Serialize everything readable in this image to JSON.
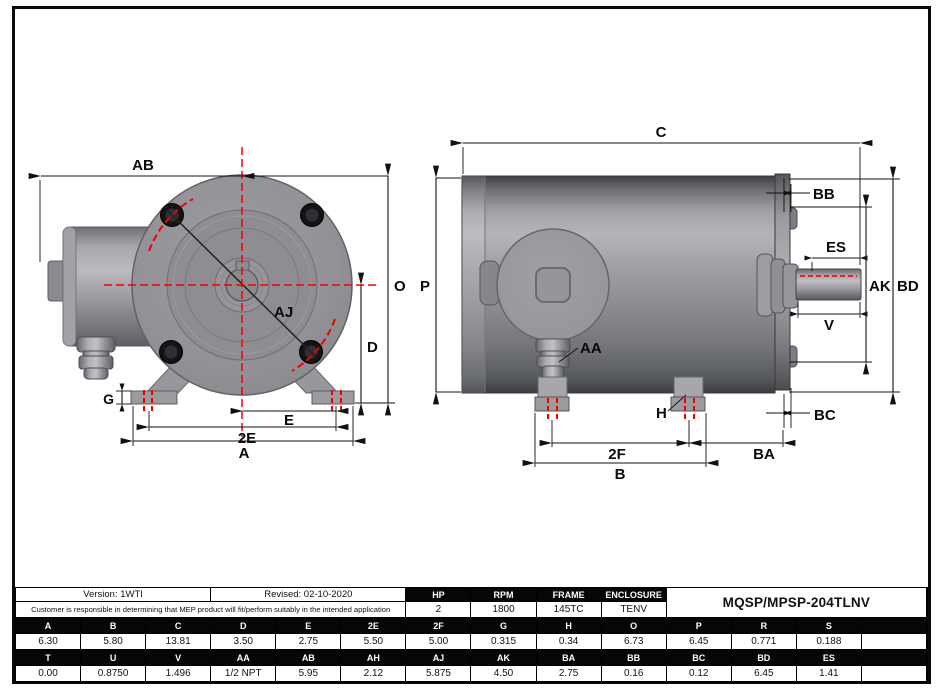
{
  "drawing": {
    "front": {
      "ab": "AB",
      "o": "O",
      "d": "D",
      "g": "G",
      "e": "E",
      "e2": "2E",
      "a": "A",
      "aj": "AJ"
    },
    "side": {
      "c": "C",
      "p": "P",
      "bb": "BB",
      "es": "ES",
      "ak": "AK",
      "bd": "BD",
      "v": "V",
      "aa": "AA",
      "h": "H",
      "bc": "BC",
      "f2": "2F",
      "ba": "BA",
      "b": "B"
    }
  },
  "title_block": {
    "version": "Version: 1WTI",
    "revised": "Revised: 02-10-2020",
    "disclaimer": "Customer is responsible in determining that MEP product will fit/perform suitably in the intended application",
    "model": "MQSP/MPSP-204TLNV",
    "spec_headers": [
      "HP",
      "RPM",
      "FRAME",
      "ENCLOSURE"
    ],
    "spec_values": [
      "2",
      "1800",
      "145TC",
      "TENV"
    ]
  },
  "dims": {
    "h1": [
      "A",
      "B",
      "C",
      "D",
      "E",
      "2E",
      "2F",
      "G",
      "H",
      "O",
      "P",
      "R",
      "S",
      ""
    ],
    "v1": [
      "6.30",
      "5.80",
      "13.81",
      "3.50",
      "2.75",
      "5.50",
      "5.00",
      "0.315",
      "0.34",
      "6.73",
      "6.45",
      "0.771",
      "0.188",
      ""
    ],
    "h2": [
      "T",
      "U",
      "V",
      "AA",
      "AB",
      "AH",
      "AJ",
      "AK",
      "BA",
      "BB",
      "BC",
      "BD",
      "ES",
      ""
    ],
    "v2": [
      "0.00",
      "0.8750",
      "1.496",
      "1/2 NPT",
      "5.95",
      "2.12",
      "5.875",
      "4.50",
      "2.75",
      "0.16",
      "0.12",
      "6.45",
      "1.41",
      ""
    ]
  },
  "colors": {
    "centerline_red": "#f00000",
    "body_gray": "#929296",
    "line_black": "#111111",
    "header_bg": "#060606"
  }
}
